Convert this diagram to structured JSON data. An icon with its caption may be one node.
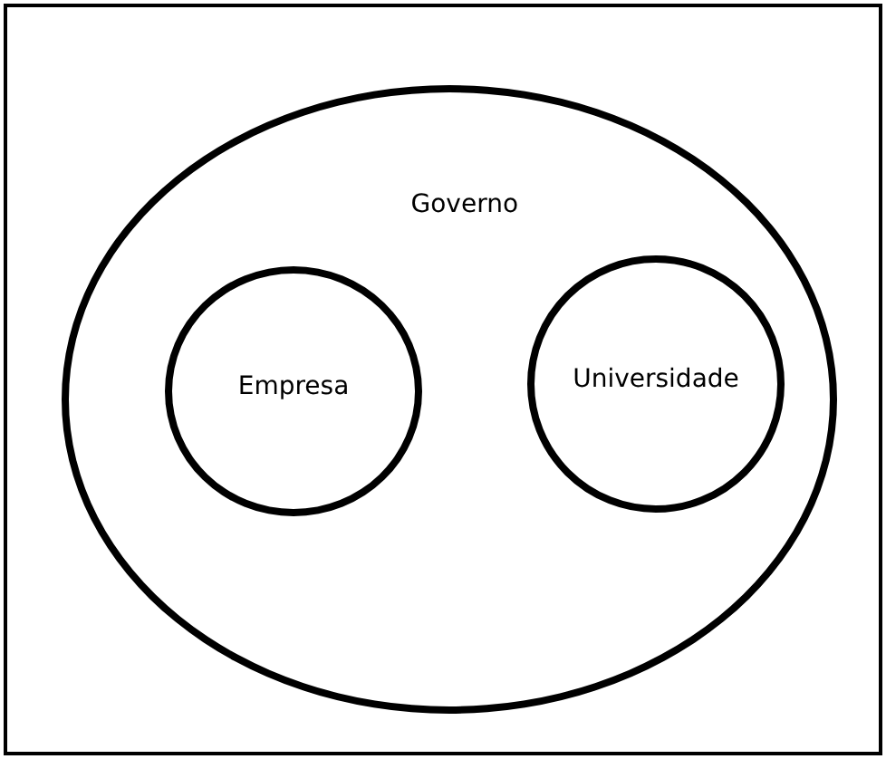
{
  "diagram": {
    "nodes": [
      {
        "text": [
          "Governo"
        ]
      },
      {
        "text": [
          "Empresa"
        ],
        "in": 0
      },
      {
        "text": [
          "Universidade"
        ],
        "in": 0
      }
    ]
  }
}
